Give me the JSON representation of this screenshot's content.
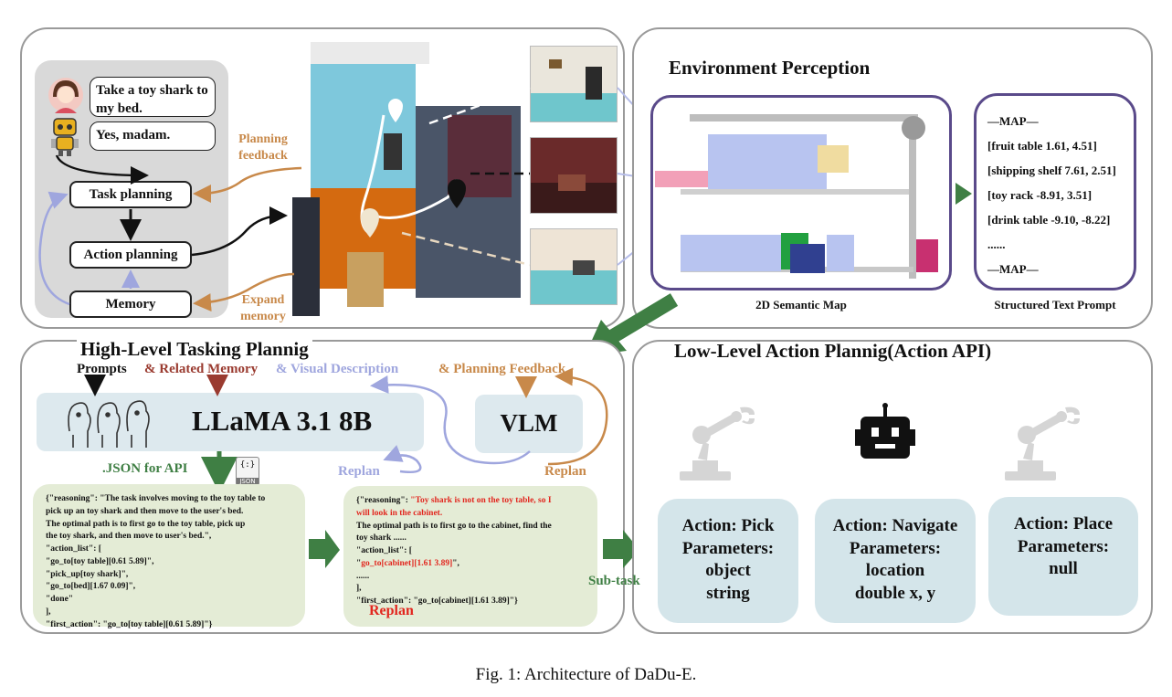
{
  "top_left": {
    "user_message": "Take a toy shark to my bed.",
    "robot_reply": "Yes, madam.",
    "task_planning": "Task planning",
    "action_planning": "Action planning",
    "memory": "Memory",
    "planning_feedback": "Planning feedback",
    "expand_memory": "Expand memory"
  },
  "env": {
    "title": "Environment Perception",
    "map_caption": "2D Semantic Map",
    "prompt_caption": "Structured Text Prompt",
    "prompt_lines": [
      "—MAP—",
      "[fruit table 1.61, 4.51]",
      "[shipping shelf 7.61, 2.51]",
      "[toy rack -8.91, 3.51]",
      "[drink table -9.10, -8.22]",
      "......",
      "—MAP—"
    ]
  },
  "high": {
    "title": "High-Level Tasking Plannig",
    "inputs": {
      "prompts": "Prompts",
      "memory": "& Related Memory",
      "visual": "& Visual Description",
      "feedback": "&  Planning Feedback"
    },
    "llm": "LLaMA 3.1 8B",
    "vlm": "VLM",
    "json_label": ".JSON for API",
    "json_icon_text": "{:}",
    "json_icon_label": "JSON",
    "replan_left": "Replan",
    "replan_right": "Replan",
    "replan_red": "Replan",
    "json1": "{\"reasoning\": \"The task involves moving to the toy table to\npick up an toy shark and then move to the user's bed.\nThe optimal path is to first go to the toy table, pick up\nthe toy shark, and then move to user's bed.\",\n\"action_list\": [\n\"go_to[toy table][0.61 5.89]\",\n\"pick_up[toy shark]\",\n\"go_to[bed][1.67 0.09]\",\n\"done\"\n],\n\"first_action\": \"go_to[toy table][0.61 5.89]\"}",
    "json2_pre": "{\"reasoning\": ",
    "json2_red1": "\"Toy shark is not on the toy table, so I\nwill look in the cabinet.",
    "json2_mid": "\nThe optimal path is to first go to the cabinet, find the\ntoy shark ......\n\"action_list\": [\n\"",
    "json2_red2": "go_to[cabinet][1.61 3.89]",
    "json2_post": "\",\n......\n],\n\"first_action\": \"go_to[cabinet][1.61 3.89]\"}"
  },
  "low": {
    "title": "Low-Level Action Plannig(Action API)",
    "subtask": "Sub-task",
    "actions": [
      {
        "lines": [
          "Action: Pick",
          "Parameters:",
          "object",
          "string"
        ]
      },
      {
        "lines": [
          "Action: Navigate",
          "Parameters:",
          "location",
          "double x,  y"
        ]
      },
      {
        "lines": [
          "Action: Place",
          "Parameters:",
          "null"
        ]
      }
    ]
  },
  "caption": "Fig. 1: Architecture of DaDu-E.",
  "colors": {
    "orange": "#c8894a",
    "lavender": "#9fa6de",
    "brown": "#9a3b30",
    "green": "#3f7f44",
    "json_bg": "#e4ecd6",
    "action_bg": "#d4e5ea",
    "llm_bg": "#dde9ee"
  },
  "icons": [
    "user-avatar-icon",
    "robot-avatar-icon",
    "alpaca-icon",
    "json-file-icon",
    "robot-arm-icon",
    "robot-head-icon"
  ]
}
